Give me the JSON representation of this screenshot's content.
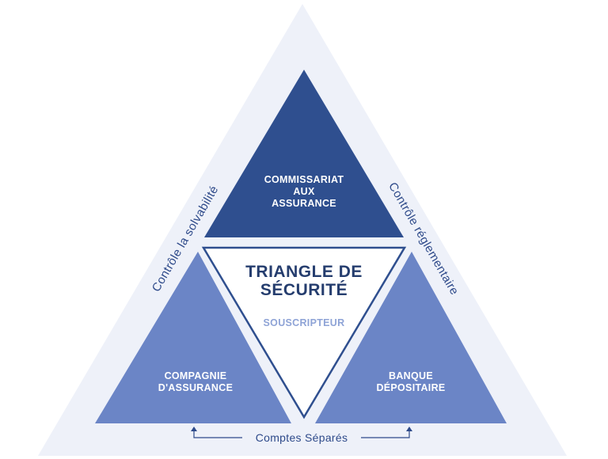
{
  "top_triangle": {
    "lines": [
      "COMMISSARIAT",
      "AUX",
      "ASSURANCE"
    ]
  },
  "center_triangle": {
    "title_lines": [
      "TRIANGLE DE",
      "SÉCURITÉ"
    ],
    "subtitle": "SOUSCRIPTEUR"
  },
  "left_triangle": {
    "lines": [
      "COMPAGNIE",
      "D'ASSURANCE"
    ]
  },
  "right_triangle": {
    "lines": [
      "BANQUE",
      "DÉPOSITAIRE"
    ]
  },
  "left_side_label": "Contrôle la solvabilité",
  "right_side_label": "Contrôle réglementaire",
  "bottom_label": "Comptes Séparés",
  "icons": {
    "left_arrow": "arrow-up-icon",
    "right_arrow": "arrow-up-icon"
  },
  "colors": {
    "outer_background": "#eef1f9",
    "top_triangle": "#2f4f8f",
    "side_triangles": "#6b85c6",
    "center_fill": "#ffffff",
    "center_border": "#2f4f8f",
    "title_text": "#253d6e",
    "subtitle_text": "#8ea3d6",
    "label_text": "#2e4a8a"
  }
}
